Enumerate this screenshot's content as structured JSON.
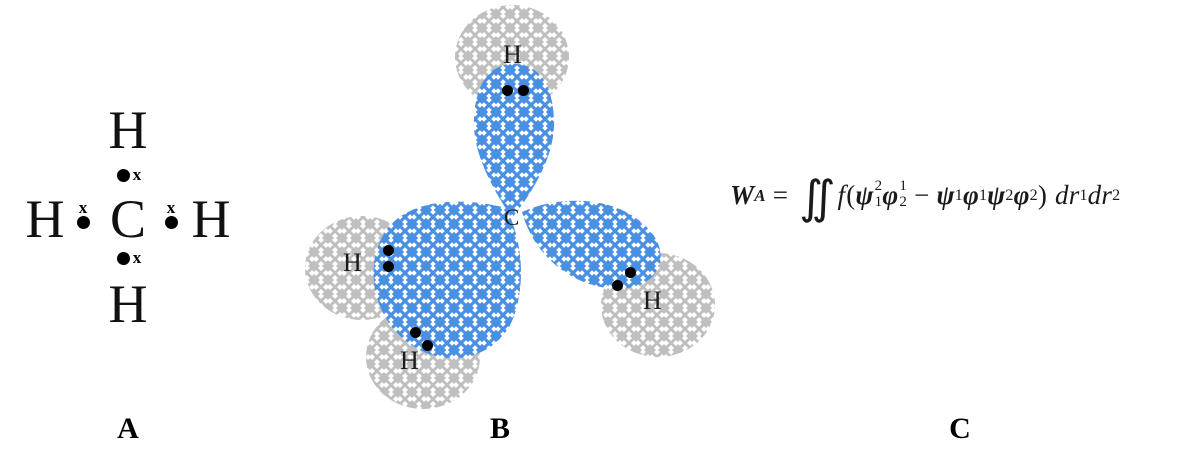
{
  "figure": {
    "panels": [
      {
        "id": "A",
        "label": "A",
        "caption_label": "A",
        "type": "lewis-structure",
        "molecule": "CH4",
        "center_atom": "C",
        "outer_atoms": [
          "H",
          "H",
          "H",
          "H"
        ],
        "bond_pairs": [
          {
            "position": "top",
            "electron_symbols": [
              "dot",
              "cross"
            ],
            "dot_char": "●",
            "cross_char": "x"
          },
          {
            "position": "left",
            "electron_symbols": [
              "cross",
              "dot"
            ],
            "dot_char": "●",
            "cross_char": "x"
          },
          {
            "position": "right",
            "electron_symbols": [
              "cross",
              "dot"
            ],
            "dot_char": "●",
            "cross_char": "x"
          },
          {
            "position": "bottom",
            "electron_symbols": [
              "dot",
              "cross"
            ],
            "dot_char": "●",
            "cross_char": "x"
          }
        ],
        "atoms": {
          "top": "H",
          "left": "H",
          "center": "C",
          "right": "H",
          "bottom": "H"
        }
      },
      {
        "id": "B",
        "label": "B",
        "caption_label": "B",
        "type": "orbital-overlap-diagram",
        "center_atom_label": "C",
        "hydrogen_labels": [
          "H",
          "H",
          "H",
          "H"
        ],
        "carbon_orbital_color": "#4a90e2",
        "hydrogen_orbital_color": "#b5b5b5",
        "electron_dot_color": "#000000",
        "carbon_orbital_count": 4,
        "hydrogen_orbital_count": 4,
        "electron_pair_count": 4,
        "labels": {
          "top_h": "H",
          "left_h": "H",
          "bottom_h": "H",
          "right_h": "H",
          "carbon": "C"
        }
      },
      {
        "id": "C",
        "label": "C",
        "caption_label": "C",
        "type": "equation",
        "equation_plain": "W^A = ∬ f(ψ₁²φ₂¹ − ψ₁φ₁ψ₂φ₂) dr₁dr₂",
        "tokens": {
          "lhs_symbol": "W",
          "lhs_superscript": "A",
          "equals": "=",
          "integral": "∬",
          "function": "f",
          "open_paren": "(",
          "psi_1": "ψ",
          "psi_1_sub": "1",
          "psi_1_sup": "2",
          "phi_2": "φ",
          "phi_2_sub": "2",
          "phi_2_sup": "1",
          "minus": "−",
          "psi_a": "ψ",
          "psi_a_sub": "1",
          "phi_a": "φ",
          "phi_a_sub": "1",
          "psi_b": "ψ",
          "psi_b_sub": "2",
          "phi_b": "φ",
          "phi_b_sub": "2",
          "close_paren": ")",
          "d_1": "d",
          "r_1": "r",
          "r_1_sub": "1",
          "d_2": "d",
          "r_2": "r",
          "r_2_sub": "2"
        }
      }
    ],
    "background_color": "#ffffff"
  }
}
